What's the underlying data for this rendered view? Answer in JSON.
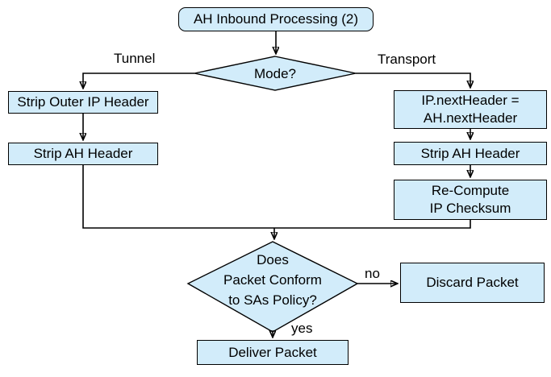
{
  "diagram": {
    "title": "AH Inbound Processing (2)",
    "type": "flowchart",
    "colors": {
      "node_fill": "#d2ecfa",
      "node_border": "#000000",
      "line_color": "#000000",
      "text_color": "#000000",
      "bg_color": "#ffffff"
    },
    "nodes": {
      "start": {
        "label": "AH Inbound Processing (2)",
        "shape": "rounded-rect"
      },
      "mode": {
        "label": "Mode?",
        "shape": "diamond"
      },
      "strip_outer_ip": {
        "label": "Strip Outer IP Header",
        "shape": "rect"
      },
      "strip_ah_left": {
        "label": "Strip AH Header",
        "shape": "rect"
      },
      "ip_next_header": {
        "label": "IP.nextHeader =\nAH.nextHeader",
        "shape": "rect"
      },
      "strip_ah_right": {
        "label": "Strip AH Header",
        "shape": "rect"
      },
      "recompute": {
        "label": "Re-Compute\nIP Checksum",
        "shape": "rect"
      },
      "policy_check": {
        "label": "Does\nPacket Conform\nto SAs Policy?",
        "shape": "diamond"
      },
      "discard": {
        "label": "Discard Packet",
        "shape": "rect"
      },
      "deliver": {
        "label": "Deliver Packet",
        "shape": "rect"
      }
    },
    "edge_labels": {
      "tunnel": "Tunnel",
      "transport": "Transport",
      "no": "no",
      "yes": "yes"
    }
  }
}
